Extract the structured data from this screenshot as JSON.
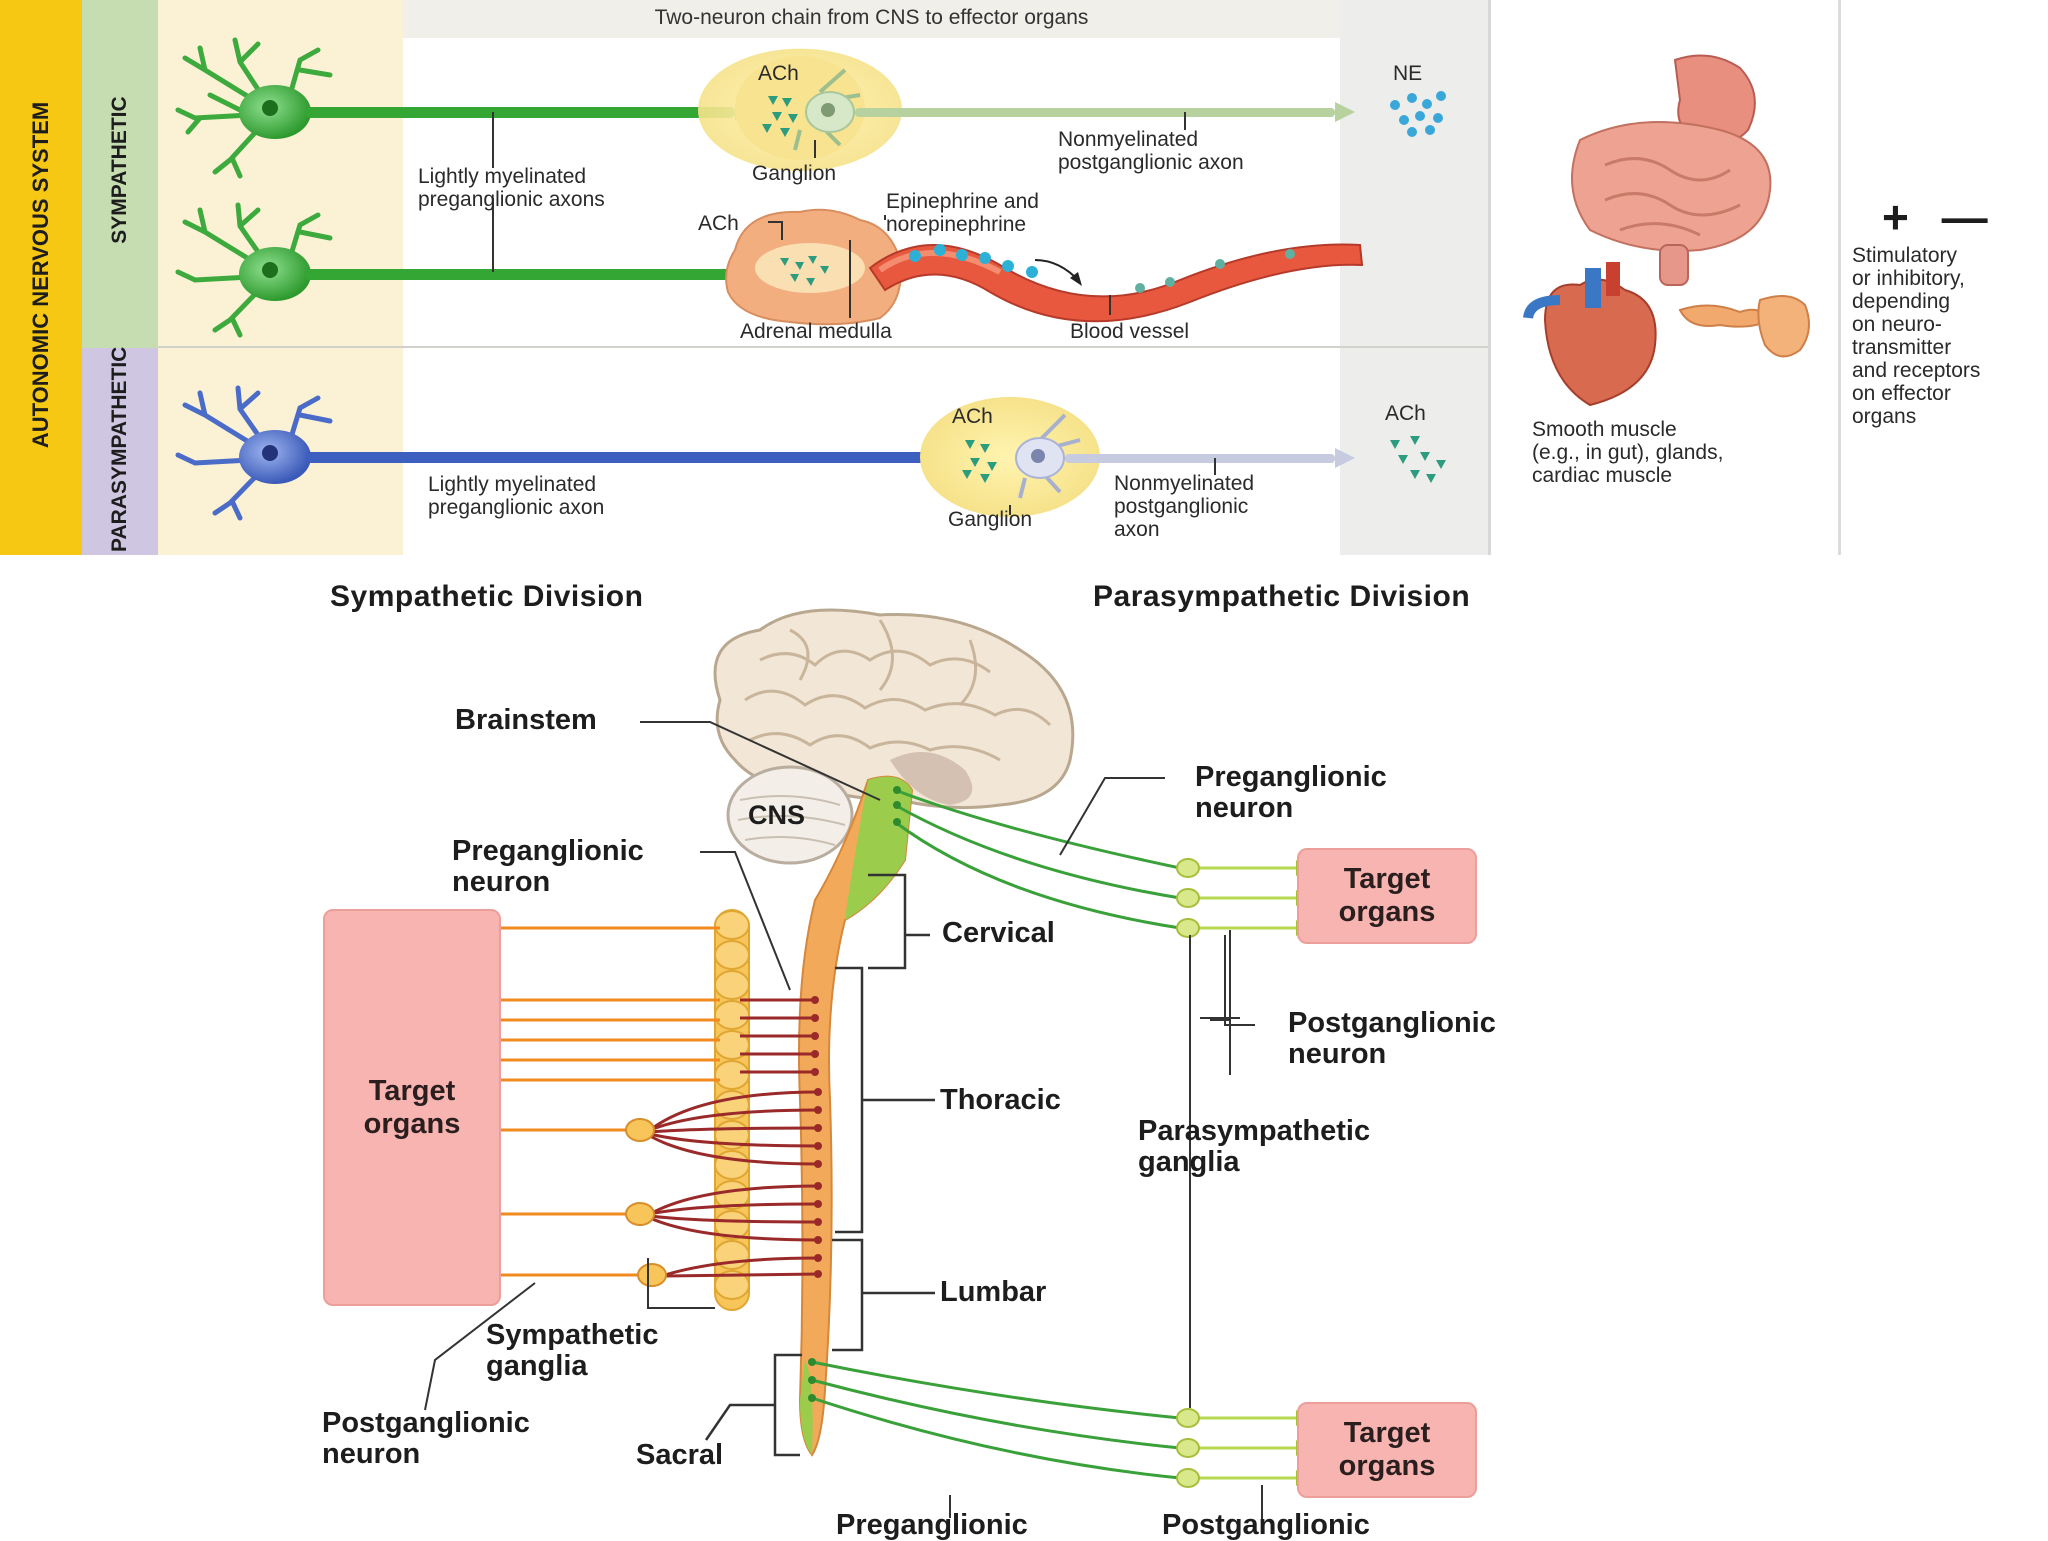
{
  "top_panel": {
    "system_label": "AUTONOMIC NERVOUS SYSTEM",
    "sympathetic_label": "SYMPATHETIC",
    "parasympathetic_label": "PARASYMPATHETIC",
    "column_header": "Two-neuron chain from CNS to effector organs",
    "sympathetic": {
      "ach_ganglion": "ACh",
      "ganglion": "Ganglion",
      "ne": "NE",
      "nonmyelinated": "Nonmyelinated\npostganglionic axon",
      "lightly_myelinated": "Lightly myelinated\npreganglionic axons",
      "ach_adrenal": "ACh",
      "epinephrine": "Epinephrine and\nnorepinephrine",
      "adrenal_medulla": "Adrenal medulla",
      "blood_vessel": "Blood vessel"
    },
    "parasympathetic": {
      "ach_ganglion": "ACh",
      "ach_effector": "ACh",
      "lightly_myelinated": "Lightly myelinated\npreganglionic axon",
      "ganglion": "Ganglion",
      "nonmyelinated": "Nonmyelinated\npostganglionic\naxon"
    },
    "effector_caption": "Smooth muscle\n(e.g., in gut), glands,\ncardiac muscle",
    "response_symbols": "+ —",
    "response_text": "Stimulatory\nor inhibitory,\ndepending\non neuro-\ntransmitter\nand receptors\non effector\norgans"
  },
  "bottom_panel": {
    "sympathetic_title": "Sympathetic Division",
    "parasympathetic_title": "Parasympathetic Division",
    "brainstem": "Brainstem",
    "cns": "CNS",
    "symp_preganglionic": "Preganglionic\nneuron",
    "para_preganglionic_top": "Preganglionic\nneuron",
    "target_organs_left": "Target\norgans",
    "target_organs_right_top": "Target\norgans",
    "target_organs_right_bottom": "Target\norgans",
    "cervical": "Cervical",
    "thoracic": "Thoracic",
    "lumbar": "Lumbar",
    "sacral": "Sacral",
    "postganglionic_right": "Postganglionic\nneuron",
    "parasympathetic_ganglia": "Parasympathetic\nganglia",
    "sympathetic_ganglia": "Sympathetic\nganglia",
    "postganglionic_left": "Postganglionic\nneuron",
    "preganglionic_bottom": "Preganglionic",
    "postganglionic_bottom": "Postganglionic"
  },
  "colors": {
    "sympathetic_neuron": "#3caa3c",
    "parasympathetic_neuron": "#4a6cc8",
    "sympathetic_pathway": "#f08a1e",
    "sympathetic_branch": "#9a2a2a",
    "parasympathetic_pathway": "#3aa13a",
    "target_organ_fill": "#f7b4b0",
    "ganglion_chain": "#f7c55a"
  }
}
